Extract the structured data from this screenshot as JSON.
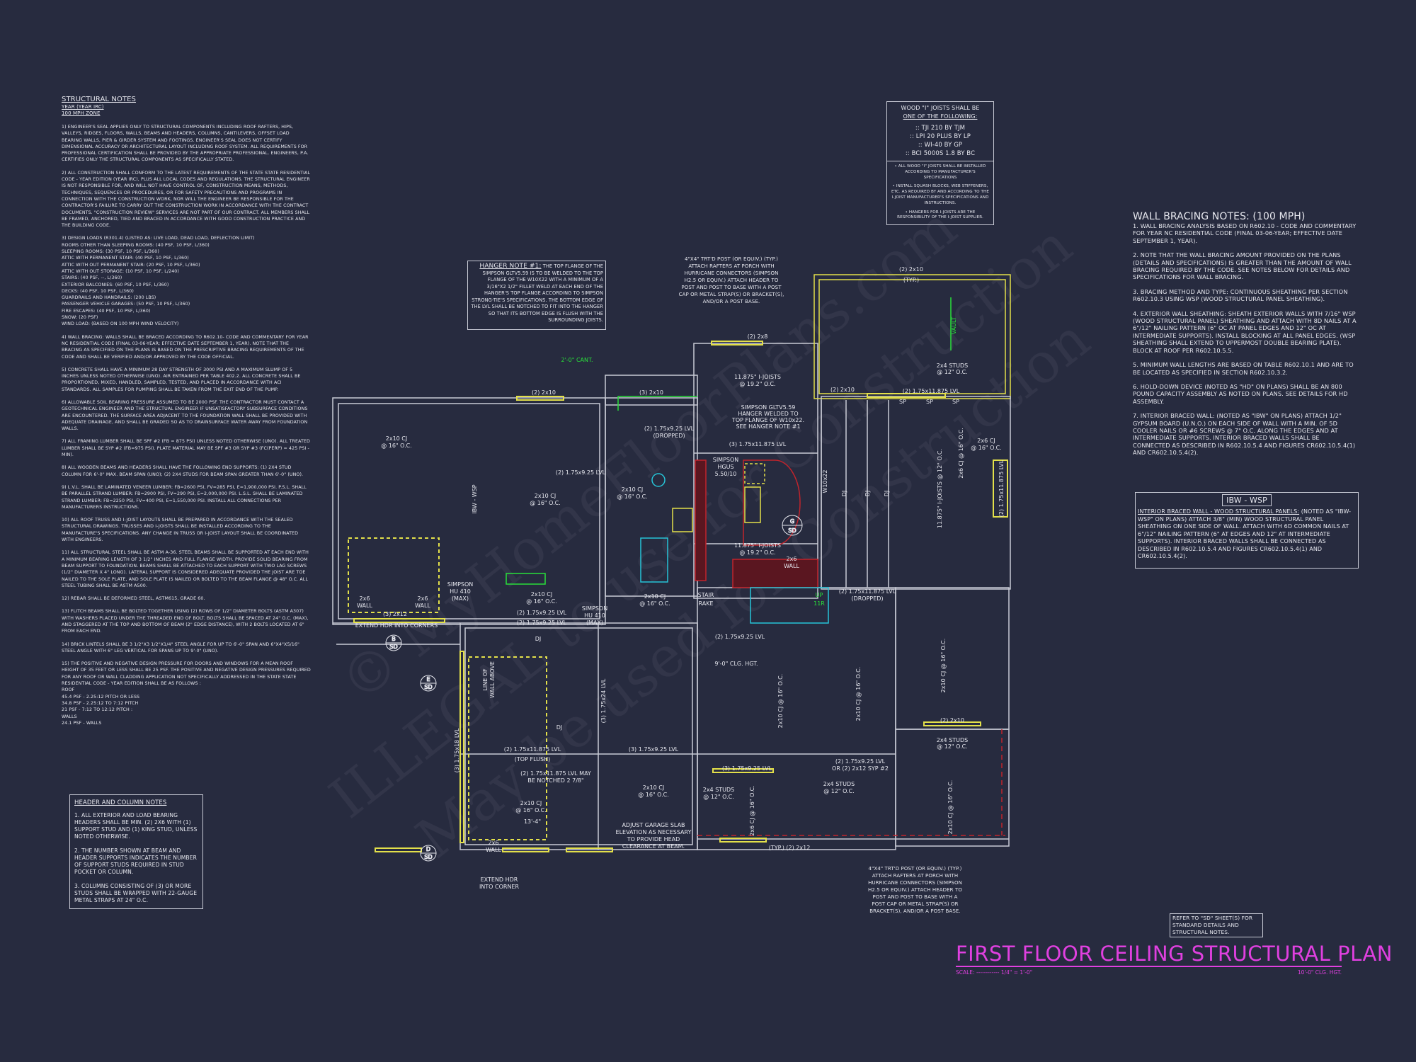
{
  "colors": {
    "background": "#272b3f",
    "line": "#c9cbd6",
    "title": "#e040e0",
    "beam": "#e3e04a",
    "green": "#29e03a",
    "red": "#c0242c",
    "cyan": "#27c5d8"
  },
  "watermark": [
    "© MyHomeFloorPlans.com",
    "ILLEGAL to use for Construction",
    "May be used for Construction"
  ],
  "structural_notes": {
    "title": "STRUCTURAL NOTES",
    "subtitle1": "YEAR (YEAR IRC)",
    "subtitle2": "100 mph ZONE",
    "paragraphs": [
      "1) ENGINEER'S SEAL APPLIES ONLY TO STRUCTURAL COMPONENTS INCLUDING ROOF RAFTERS, HIPS, VALLEYS, RIDGES, FLOORS, WALLS, BEAMS AND HEADERS, COLUMNS, CANTILEVERS, OFFSET LOAD BEARING WALLS, PIER & GIRDER SYSTEM AND FOOTINGS. ENGINEER'S SEAL DOES NOT CERTIFY DIMENSIONAL ACCURACY OR ARCHITECTURAL LAYOUT INCLUDING ROOF SYSTEM. ALL REQUIREMENTS FOR PROFESSIONAL CERTIFICATION SHALL BE PROVIDED BY THE APPROPRIATE PROFESSIONAL. ENGINEERS, P.A. CERTIFIES ONLY THE STRUCTURAL COMPONENTS AS SPECIFICALLY STATED.",
      "2) ALL CONSTRUCTION SHALL CONFORM TO THE LATEST REQUIREMENTS OF THE STATE STATE RESIDENTIAL CODE - YEAR EDITION (YEAR IRC), PLUS ALL LOCAL CODES AND REGULATIONS. THE STRUCTURAL ENGINEER IS NOT RESPONSIBLE FOR, AND WILL NOT HAVE CONTROL OF, CONSTRUCTION MEANS, METHODS, TECHNIQUES, SEQUENCES OR PROCEDURES, OR FOR SAFETY PRECAUTIONS AND PROGRAMS IN CONNECTION WITH THE CONSTRUCTION WORK, NOR WILL THE ENGINEER BE RESPONSIBLE FOR THE CONTRACTOR'S FAILURE TO CARRY OUT THE CONSTRUCTION WORK IN ACCORDANCE WITH THE CONTRACT DOCUMENTS. \"CONSTRUCTION REVIEW\" SERVICES ARE NOT PART OF OUR CONTRACT. ALL MEMBERS SHALL BE FRAMED, ANCHORED, TIED AND BRACED IN ACCORDANCE WITH GOOD CONSTRUCTION PRACTICE AND THE BUILDING CODE.",
      "3) DESIGN LOADS (R301.4) (LISTED AS: LIVE LOAD, DEAD LOAD, DEFLECTION LIMIT)\nROOMS OTHER THAN SLEEPING ROOMS: (40 PSF, 10 PSF, L/360)\nSLEEPING ROOMS: (30 PSF, 10 PSF, L/360)\nATTIC WITH PERMANENT STAIR: (40 PSF, 10 PSF, L/360)\nATTIC WITH OUT PERMANENT STAIR: (20 PSF, 10 PSF, L/360)\nATTIC WITH OUT STORAGE: (10 PSF, 10 PSF, L/240)\nSTAIRS: (40 PSF, --, L/360)\nEXTERIOR BALCONIES: (60 PSF, 10 PSF, L/360)\nDECKS: (40 PSF, 10 PSF, L/360)\nGUARDRAILS AND HANDRAILS: (200 LBS)\nPASSENGER VEHICLE GARAGES: (50 PSF, 10 PSF, L/360)\nFIRE ESCAPES: (40 PSF, 10 PSF, L/360)\nSNOW: (20 PSF)\nWIND LOAD: (BASED ON 100 MPH WIND VELOCITY)",
      "4) WALL BRACING: WALLS SHALL BE BRACED ACCORDING TO R602.10- CODE AND COMMENTARY FOR YEAR NC RESIDENTIAL CODE (FINAL 03-06-YEAR; EFFECTIVE DATE SEPTEMBER 1, YEAR). NOTE THAT THE BRACING AS SPECIFIED ON THE PLANS IS BASED ON THE PRESCRIPTIVE BRACING REQUIREMENTS OF THE CODE AND SHALL BE VERIFIED AND/OR APPROVED BY THE CODE OFFICIAL.",
      "5) CONCRETE SHALL HAVE A MINIMUM 28 DAY STRENGTH OF 3000 PSI AND A MAXIMUM SLUMP OF 5 INCHES UNLESS NOTED OTHERWISE (UNO). AIR ENTRAINED PER TABLE 402.2. ALL CONCRETE SHALL BE PROPORTIONED, MIXED, HANDLED, SAMPLED, TESTED, AND PLACED IN ACCORDANCE WITH ACI STANDARDS. ALL SAMPLES FOR PUMPING SHALL BE TAKEN FROM THE EXIT END OF THE PUMP.",
      "6) ALLOWABLE SOIL BEARING PRESSURE ASSUMED TO BE 2000 PSF. THE CONTRACTOR MUST CONTACT A GEOTECHNICAL ENGINEER AND THE STRUCTUAL ENGINEER IF UNSATISFACTORY SUBSURFACE CONDITIONS ARE ENCOUNTERED. THE SURFACE AREA ADJACENT TO THE FOUNDATION WALL SHALL BE PROVIDED WITH ADEQUATE DRAINAGE, AND SHALL BE GRADED SO AS TO DRAINSURFACE WATER AWAY FROM FOUNDATION WALLS.",
      "7) ALL FRAMING LUMBER SHALL BE SPF #2 (Fb = 875 PSI) UNLESS NOTED OTHERWISE (UNO). ALL TREATED LUMBER SHALL BE SYP #2 (Fb=975 PSI). PLATE MATERIAL MAY BE SPF #3 OR SYP #3 (Fc(perp) = 425 PSI - MIN).",
      "8) ALL WOODEN BEAMS AND HEADERS SHALL HAVE THE FOLLOWING END SUPPORTS: (1) 2x4 STUD COLUMN FOR 6'-0\" MAX. BEAM SPAN (UNO); (2) 2X4 STUDS FOR BEAM SPAN GREATER THAN 6'-0\" (UNO).",
      "9) L.V.L. SHALL BE LAMINATED VENEER LUMBER: Fb=2600 PSI, Fv=285 PSI, E=1,900,000 PSI. P.S.L. SHALL BE PARALLEL STRAND LUMBER: Fb=2900 PSI, Fv=290 PSI, E=2,000,000 PSI. L.S.L. SHALL BE LAMINATED STRAND LUMBER: Fb=2250 PSI, Fv=400 PSI, E=1,550,000 PSI. INSTALL ALL CONNECTIONS PER MANUFACTURERS INSTRUCTIONS.",
      "10) ALL ROOF TRUSS AND I-JOIST LAYOUTS SHALL BE PREPARED IN ACCORDANCE WITH THE SEALED STRUCTURAL DRAWINGS. TRUSSES AND I-JOISTS SHALL BE INSTALLED ACCORDING TO THE MANUFACTURE'S SPECIFICATIONS. ANY CHANGE IN TRUSS OR I-JOIST LAYOUT SHALL BE COORDINATED WITH ENGINEERS.",
      "11) ALL STRUCTURAL STEEL SHALL BE ASTM A-36. STEEL BEAMS SHALL BE SUPPORTED AT EACH END WITH A MINIMUM BEARING LENGTH OF 3 1/2\" INCHES AND FULL FLANGE WIDTH. PROVIDE SOLID BEARING FROM BEAM SUPPORT TO FOUNDATION. BEAMS SHALL BE ATTACHED TO EACH SUPPORT WITH TWO LAG SCREWS (1/2\" DIAMETER x 4\" LONG). LATERAL SUPPORT IS CONSIDERED ADEQUATE PROVIDED THE JOIST ARE TOE NAILED TO THE SOLE PLATE, AND SOLE PLATE IS NAILED OR BOLTED TO THE BEAM FLANGE @ 48\" O.C. ALL STEEL TUBING SHALL BE ASTM A500.",
      "12) REBAR SHALL BE DEFORMED STEEL, ASTM615, GRADE 60.",
      "13) FLITCH BEAMS SHALL BE BOLTED TOGETHER USING (2) ROWS OF 1/2\" DIAMETER BOLTS (ASTM A307) WITH WASHERS PLACED UNDER THE THREADED END OF BOLT. BOLTS SHALL BE SPACED AT 24\" O.C. (MAX), AND STAGGERED AT THE TOP AND BOTTOM OF BEAM (2\" EDGE DISTANCE), WITH 2 BOLTS LOCATED AT 6\" FROM EACH END.",
      "14) BRICK LINTELS SHALL BE 3 1/2\"x3 1/2\"x1/4\" STEEL ANGLE FOR UP TO 6'-0\" SPAN AND 6\"x4\"x5/16\" STEEL ANGLE WITH 6\" LEG VERTICAL FOR SPANS UP TO 9'-0\" (UNO).",
      "15) THE POSITIVE AND NEGATIVE DESIGN PRESSURE FOR DOORS AND WINDOWS FOR A MEAN ROOF HEIGHT OF 35 FEET OR LESS SHALL BE 25 PSF. THE POSITIVE AND NEGATIVE DESIGN PRESSURES REQUIRED FOR ANY ROOF OR WALL CLADDING APPLICATION NOT SPECIFICALLY ADDRESSED IN THE STATE STATE RESIDENTIAL CODE - YEAR EDITION SHALL BE AS FOLLOWS :\nROOF\n45.4 PSF - 2.25:12 PITCH OR LESS\n34.8 PSF - 2.25:12 TO 7:12 PITCH\n21 PSF - 7:12 TO 12:12 PITCH :\nWALLS\n24.1 PSF - WALLS"
    ]
  },
  "header_column_notes": {
    "title": "HEADER AND COLUMN NOTES",
    "items": [
      "1. ALL EXTERIOR AND LOAD BEARING HEADERS SHALL BE MIN. (2) 2x6 WITH (1) SUPPORT STUD AND (1) KING STUD, UNLESS NOTED OTHERWISE.",
      "2. THE NUMBER SHOWN AT BEAM AND HEADER SUPPORTS INDICATES THE NUMBER OF SUPPORT STUDS REQUIRED IN STUD POCKET OR COLUMN.",
      "3. COLUMNS CONSISTING OF (3) OR MORE STUDS SHALL BE WRAPPED WITH 22-GAUGE METAL STRAPS AT 24\" O.C."
    ]
  },
  "joist_box": {
    "title1": "WOOD \"I\" JOISTS SHALL BE",
    "title2": "ONE OF THE FOLLOWING:",
    "options": [
      ":: TJI 210 BY TJM",
      ":: LPI 20 PLUS BY LP",
      ":: WI-40 BY GP",
      ":: BCI 5000s 1.8 BY BC"
    ],
    "notes": [
      "• ALL WOOD \"I\" JOISTS SHALL BE INSTALLED ACCORDING TO MANUFACTURER'S SPECIFICATIONS",
      "• INSTALL SQUASH BLOCKS, WEB STIFFENERS, ETC. AS REQUIRED BY AND ACCORDING TO THE I-JOIST MANUFACTURER'S SPECIFICATIONS AND INSTRUCTIONS.",
      "• HANGERS FOR I-JOISTS ARE THE RESPONSIBILITY OF THE I-JOIST SUPPLIER."
    ]
  },
  "hanger_note": {
    "title": "HANGER NOTE #1:",
    "text": "THE TOP FLANGE OF THE SIMPSON GLTV5.59 IS TO BE WELDED TO THE TOP FLANGE OF THE W10x22 WITH A MINIMUM OF A 3/16\"x2 1/2\" FILLET WELD AT EACH END OF THE HANGER'S TOP FLANGE ACCORDING TO SIMPSON STRONG-TIE'S SPECIFICATIONS. THE BOTTOM EDGE OF THE LVL SHALL BE NOTCHED TO FIT INTO THE HANGER SO THAT ITS BOTTOM EDGE IS FLUSH WITH THE SURROUNDING JOISTS."
  },
  "post_note": "4\"x4\" TRT'D POST (OR EQUIV.) (TYP.) ATTACH RAFTERS AT PORCH WITH HURRICANE CONNECTORS (SIMPSON H2.5 OR EQUIV.) ATTACH HEADER TO POST AND POST TO BASE WITH A POST CAP OR METAL STRAP(S) OR BRACKET(S), AND/OR A POST BASE.",
  "wall_bracing": {
    "title": "WALL BRACING NOTES: (100 MPH)",
    "items": [
      "1. WALL BRACING ANALYSIS BASED ON R602.10 - CODE AND COMMENTARY FOR YEAR NC RESIDENTIAL CODE (FINAL 03-06-YEAR; EFFECTIVE DATE SEPTEMBER 1, YEAR).",
      "2. NOTE THAT THE WALL BRACING AMOUNT PROVIDED ON THE PLANS (DETAILS AND SPECIFICATIONS) IS GREATER THAN THE AMOUNT OF WALL BRACING REQUIRED BY THE CODE. SEE NOTES BELOW FOR DETAILS AND SPECIFICATIONS FOR WALL BRACING.",
      "3. BRACING METHOD AND TYPE: CONTINUOUS SHEATHING PER SECTION R602.10.3 USING WSP (WOOD STRUCTURAL PANEL SHEATHING).",
      "4. EXTERIOR WALL SHEATHING: SHEATH EXTERIOR WALLS WITH 7/16\" WSP (WOOD STRUCTURAL PANEL) SHEATHING AND ATTACH WITH 8d NAILS AT A 6\"/12\" NAILING PATTERN (6\" OC AT PANEL EDGES AND 12\" OC AT INTERMEDIATE SUPPORTS). INSTALL BLOCKING AT ALL PANEL EDGES. (WSP SHEATHING SHALL EXTEND TO UPPERMOST DOUBLE BEARING PLATE). BLOCK AT ROOF PER R602.10.5.5.",
      "5. MINIMUM WALL LENGTHS ARE BASED ON TABLE R602.10.1 AND ARE TO BE LOCATED AS SPECIFIED IN SECTION R602.10.3.2.",
      "6. HOLD-DOWN DEVICE (NOTED AS \"HD\" ON PLANS) SHALL BE AN 800 POUND CAPACITY ASSEMBLY AS NOTED ON PLANS. SEE DETAILS FOR HD ASSEMBLY.",
      "7. INTERIOR BRACED WALL: (NOTED AS \"IBW\" ON PLANS) ATTACH 1/2\" GYPSUM BOARD (U.N.O.) ON EACH SIDE OF WALL WITH A MIN. OF 5d COOLER NAILS OR #6 SCREWS @ 7\" O.C. ALONG THE EDGES AND AT INTERMEDIATE SUPPORTS. INTERIOR BRACED WALLS SHALL BE CONNECTED AS DESCRIBED IN R602.10.5.4 AND FIGURES CR602.10.5.4(1) AND CR602.10.5.4(2)."
    ]
  },
  "ibw_box": {
    "title": "IBW - WSP",
    "heading": "INTERIOR BRACED WALL - WOOD STRUCTURAL PANELS:",
    "text": "(NOTED AS \"IBW-WSP\" ON PLANS) ATTACH 3/8\" (MIN) WOOD STRUCTURAL PANEL SHEATHING ON ONE SIDE OF WALL. ATTACH WITH 6d COMMON NAILS AT 6\"/12\" NAILING PATTERN (6\" AT EDGES AND 12\" AT INTERMEDIATE SUPPORTS). INTERIOR BRACED WALLS SHALL BE CONNECTED AS DESCRIBED IN R602.10.5.4 AND FIGURES CR602.10.5.4(1) AND CR602.10.5.4(2)."
  },
  "refer_note": "REFER TO \"SD\" SHEET(S) FOR STANDARD DETAILS AND STRUCTURAL NOTES.",
  "title_block": {
    "title": "FIRST FLOOR CEILING STRUCTURAL PLAN",
    "scale": "SCALE: ------------ 1/4\" = 1'-0\"",
    "ceiling": "10'-0\" CLG. HGT."
  },
  "plan": {
    "labels": [
      "2x10 CJ",
      "@ 16\" O.C.",
      "(2) 2x10",
      "(3) 2x10",
      "2'-0\" CANT.",
      "IBW - WSP",
      "2x10 CJ",
      "@ 16\" O.C.",
      "(2) 1.75x9.25 LVL",
      "(DROPPED)",
      "(2) 1.75x9.25 LVL",
      "2x10 CJ",
      "@ 16\" O.C.",
      "2x6",
      "WALL",
      "2x6",
      "WALL",
      "(3) 2x12",
      "EXTEND HDR INTO CORNERS",
      "SIMPSON",
      "HU 410",
      "(MAX)",
      "2x10 CJ",
      "@ 16\" O.C.",
      "(2) 1.75x9.25 LVL",
      "(2) 1.75x9.25 LVL",
      "SIMPSON",
      "HU 410",
      "(MAX)",
      "2x10 CJ",
      "@ 16\" O.C.",
      "(2) 2x8",
      "(2) 2x10",
      "(TYP.)",
      "VAULT",
      "11.875\" I-JOISTS",
      "@ 19.2\" O.C.",
      "SIMPSON GLTV5.59",
      "HANGER WELDED TO",
      "TOP FLANGE OF W10x22.",
      "SEE HANGER NOTE #1",
      "(3) 1.75x11.875 LVL",
      "SIMPSON",
      "HGUS",
      "5.50/10",
      "W10x22",
      "11.875\" I-JOISTS",
      "@ 19.2\" O.C.",
      "2x6",
      "WALL",
      "(2) 2x10",
      "(2) 1.75x11.875 LVL",
      "SP",
      "SP",
      "SP",
      "2x4 STUDS",
      "@ 12\" O.C.",
      "DJ",
      "DJ",
      "DJ",
      "11.875\" I-JOISTS @ 12\" O.C.",
      "2x6 CJ",
      "@ 16\" O.C.",
      "(2) 1.75x11.875 LVL",
      "STAIR",
      "RAKE",
      "UP",
      "11R",
      "(2) 1.75x11.875 LVL",
      "(DROPPED)",
      "(2) 1.75x9.25 LVL",
      "9'-0\" CLG. HGT.",
      "DJ",
      "DJ",
      "LINE OF",
      "WALL ABOVE",
      "(3) 1.75x18 LVL",
      "(3) 1.75x24 LVL",
      "(2) 1.75x11.875 LVL",
      "(TOP FLUSH)",
      "(3) 1.75x9.25 LVL",
      "(2) 1.75x11.875 LVL MAY",
      "BE NOTCHED 2 7/8\"",
      "2x10 CJ",
      "@ 16\" O.C.",
      "13'-4\"",
      "2x10 CJ",
      "@ 16\" O.C.",
      "ADJUST GARAGE SLAB",
      "ELEVATION AS NECESSARY",
      "TO PROVIDE HEAD",
      "CLEARANCE AT BEAM.",
      "2x6",
      "WALL",
      "EXTEND HDR",
      "INTO CORNER",
      "2x4 STUDS",
      "@ 12\" O.C.",
      "2x10 CJ @ 16\" O.C.",
      "2x10 CJ @ 16\" O.C.",
      "2x10 CJ @ 16\" O.C.",
      "(2) 2x10",
      "2x4 STUDS",
      "@ 12\" O.C.",
      "(2) 1.75x9.25 LVL",
      "OR (2) 2x12 SYP #2",
      "2x4 STUDS",
      "@ 12\" O.C.",
      "(3) 1.75x9.25 LVL",
      "(TYP.) (2) 2x12",
      "2x10 CJ @ 16\" O.C.",
      "2x6 CJ @ 16\" O.C.",
      "2x6 CJ @ 16\" O.C."
    ],
    "section_markers": [
      {
        "letter": "B",
        "sheet": "SD"
      },
      {
        "letter": "E",
        "sheet": "SD"
      },
      {
        "letter": "D",
        "sheet": "SD"
      },
      {
        "letter": "G",
        "sheet": "SD"
      }
    ]
  }
}
